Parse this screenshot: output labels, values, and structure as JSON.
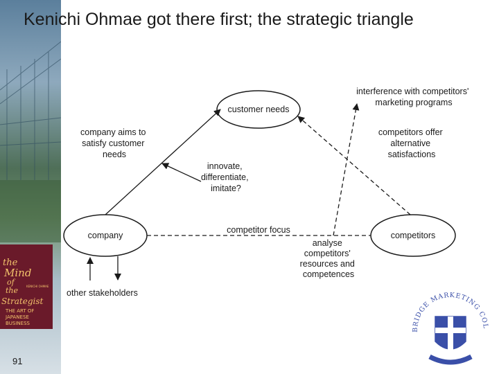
{
  "title": "Kenichi Ohmae got there first; the strategic triangle",
  "page_number": "91",
  "nodes": {
    "customer_needs": "customer needs",
    "company": "company",
    "competitors": "competitors"
  },
  "labels": {
    "company_aims": [
      "company aims to",
      "satisfy customer",
      "needs"
    ],
    "competitors_offer": [
      "competitors offer",
      "alternative",
      "satisfactions"
    ],
    "interference": [
      "interference with competitors'",
      "marketing programs"
    ],
    "innovate": [
      "innovate,",
      "differentiate,",
      "imitate?"
    ],
    "competitor_focus": "competitor focus",
    "analyse": [
      "analyse",
      "competitors'",
      "resources and",
      "competences"
    ],
    "other_stakeholders": "other stakeholders"
  },
  "book_cover": {
    "lines": [
      "the",
      "Mind",
      "of",
      "the",
      "Strategist"
    ],
    "author": "KENICHI OHMAE",
    "subtitle": [
      "THE ART OF",
      "JAPANESE",
      "BUSINESS"
    ]
  },
  "logo": {
    "text": "CAMBRIDGE MARKETING COLLEGE"
  },
  "colors": {
    "line": "#1a1a1a",
    "book_background": "#6a1a2a",
    "book_text": "#f2c26b",
    "logo_blue": "#3a4fa8"
  }
}
